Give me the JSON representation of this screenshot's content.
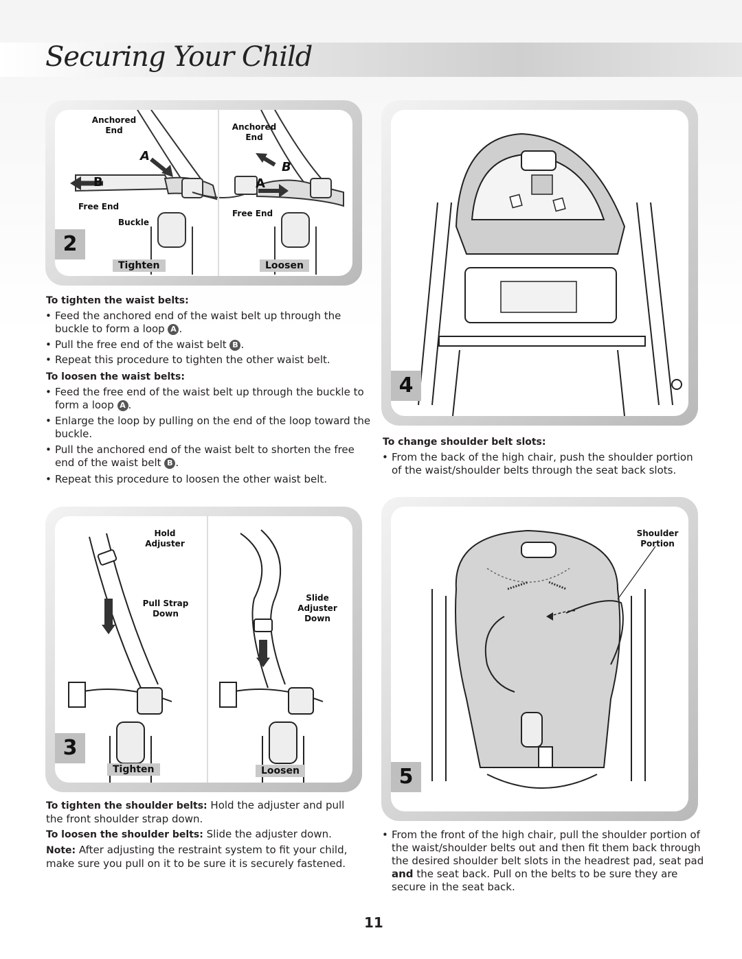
{
  "title": "Securing Your Child",
  "page_number": "11",
  "step2": {
    "num": "2",
    "tighten": "Tighten",
    "loosen": "Loosen",
    "labels": {
      "anchored_left": "Anchored\nEnd",
      "free_end_left": "Free End",
      "buckle": "Buckle",
      "anchored_right": "Anchored\nEnd",
      "free_end_right": "Free End",
      "a": "A",
      "b": "B"
    }
  },
  "waist": {
    "tighten_heading": "To tighten the waist belts:",
    "tighten_b1_pre": "Feed the anchored end of the waist belt up through the buckle to form a loop",
    "tighten_b1_mark": "A",
    "tighten_b2_pre": "Pull the free end of the waist belt",
    "tighten_b2_mark": "B",
    "tighten_b3": "Repeat this procedure to tighten the other waist belt.",
    "loosen_heading": "To loosen the waist belts:",
    "loosen_b1_pre": "Feed the free end of the waist belt up through the buckle to form a loop",
    "loosen_b1_mark": "A",
    "loosen_b2": "Enlarge the loop by pulling on the end of the loop toward the buckle.",
    "loosen_b3_pre": "Pull the anchored end of the waist belt to shorten the free end of the waist belt",
    "loosen_b3_mark": "B",
    "loosen_b4": "Repeat this procedure to loosen the other waist belt."
  },
  "step4": {
    "num": "4",
    "heading": "To change shoulder belt slots:",
    "bullet": "From the back of the high chair, push the shoulder portion of the waist/shoulder belts through the seat back slots."
  },
  "step3": {
    "num": "3",
    "tighten": "Tighten",
    "loosen": "Loosen",
    "labels": {
      "hold_adjuster": "Hold\nAdjuster",
      "pull_strap": "Pull Strap\nDown",
      "slide_adjuster": "Slide\nAdjuster\nDown"
    }
  },
  "shoulder": {
    "tighten_bold": "To tighten the shoulder belts:",
    "tighten_text": "Hold the adjuster and pull the front shoulder strap down.",
    "loosen_bold": "To loosen the shoulder belts:",
    "loosen_text": "Slide the adjuster down.",
    "note_bold": "Note:",
    "note_text": "After adjusting the restraint system to fit your child, make sure you pull on it to be sure it is securely fastened."
  },
  "step5": {
    "num": "5",
    "label": "Shoulder\nPortion",
    "bullet_pre": "From the front of the high chair, pull the shoulder portion of the waist/shoulder belts out and then fit them back through the desired shoulder belt slots in the headrest pad, seat pad",
    "bullet_and": "and",
    "bullet_post": "the seat back. Pull on the belts to be sure they are secure in the seat back."
  }
}
